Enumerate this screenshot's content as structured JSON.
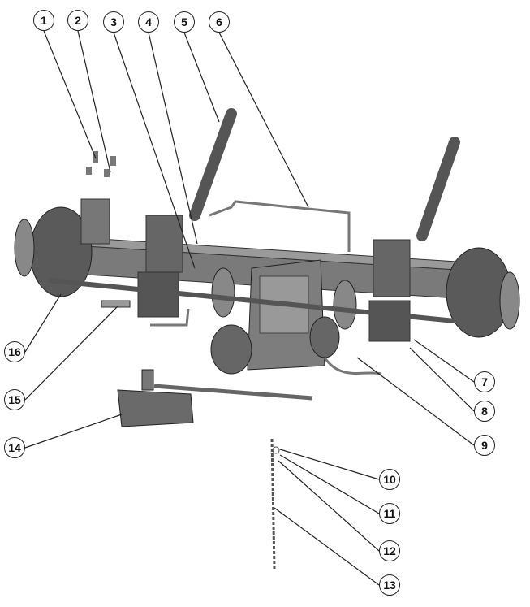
{
  "diagram": {
    "callouts": [
      {
        "label": "1"
      },
      {
        "label": "2"
      },
      {
        "label": "3"
      },
      {
        "label": "4"
      },
      {
        "label": "5"
      },
      {
        "label": "6"
      },
      {
        "label": "7"
      },
      {
        "label": "8"
      },
      {
        "label": "9"
      },
      {
        "label": "10"
      },
      {
        "label": "11"
      },
      {
        "label": "12"
      },
      {
        "label": "13"
      },
      {
        "label": "14"
      },
      {
        "label": "15"
      },
      {
        "label": "16"
      }
    ],
    "part_color": "#6e6e6e",
    "part_dark": "#3c3c3c",
    "part_light": "#a8a8a8"
  }
}
